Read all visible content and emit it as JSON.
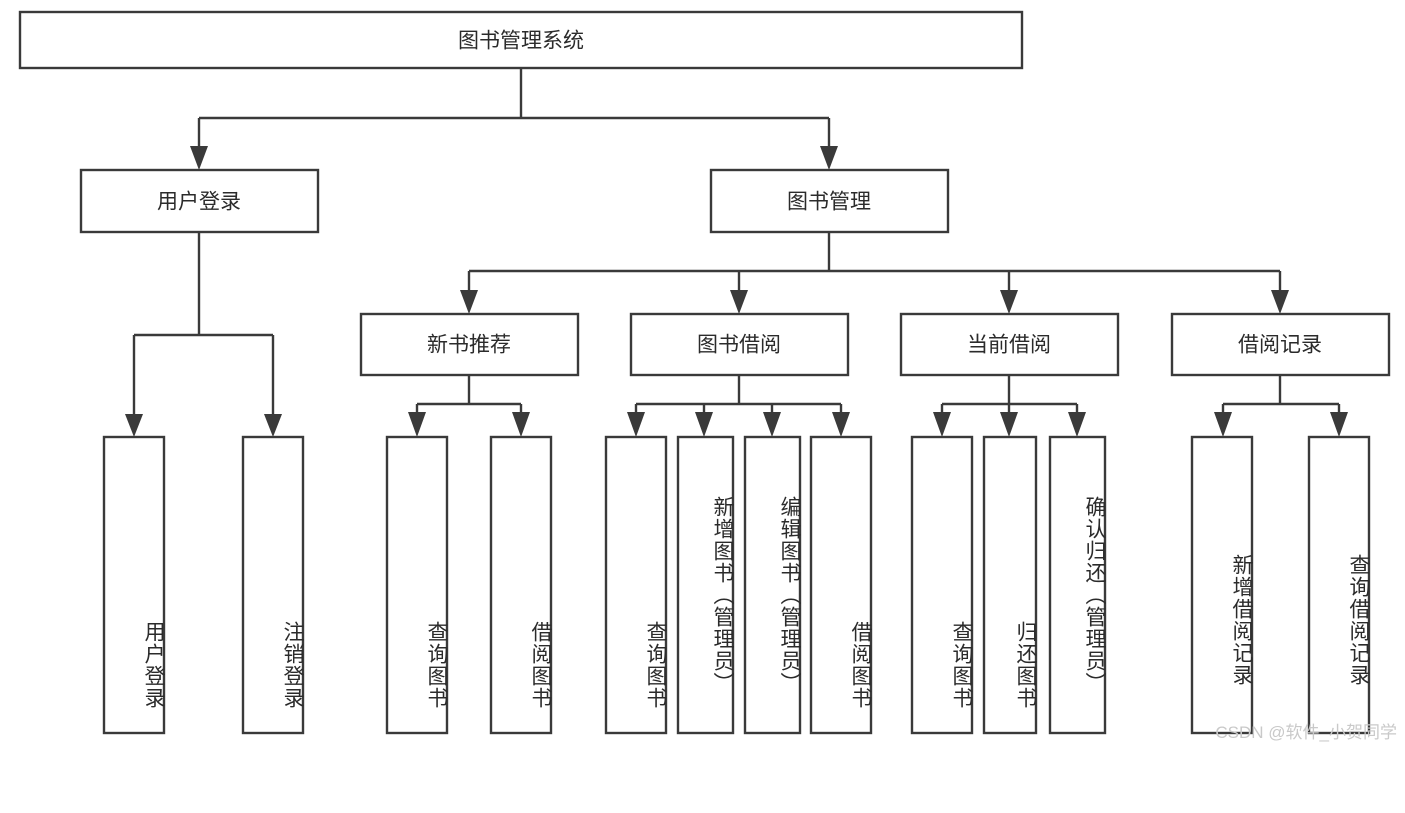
{
  "diagram": {
    "title": "图书管理系统",
    "type": "hierarchy-tree",
    "root": {
      "id": "root",
      "label": "图书管理系统",
      "level": 0
    },
    "level1": [
      {
        "id": "user-login",
        "label": "用户登录"
      },
      {
        "id": "book-management",
        "label": "图书管理"
      }
    ],
    "level2": [
      {
        "id": "new-book-recommend",
        "label": "新书推荐",
        "parent": "book-management"
      },
      {
        "id": "book-borrow",
        "label": "图书借阅",
        "parent": "book-management"
      },
      {
        "id": "current-borrow",
        "label": "当前借阅",
        "parent": "book-management"
      },
      {
        "id": "borrow-record",
        "label": "借阅记录",
        "parent": "book-management"
      }
    ],
    "leaves": {
      "user-login": [
        {
          "id": "leaf-user-login",
          "label": "用户登录"
        },
        {
          "id": "leaf-user-logout",
          "label": "注销登录"
        }
      ],
      "new-book-recommend": [
        {
          "id": "leaf-query-book-1",
          "label": "查询图书"
        },
        {
          "id": "leaf-borrow-book-1",
          "label": "借阅图书"
        }
      ],
      "book-borrow": [
        {
          "id": "leaf-query-book-2",
          "label": "查询图书"
        },
        {
          "id": "leaf-add-book",
          "label": "新增图书（管理员）"
        },
        {
          "id": "leaf-edit-book",
          "label": "编辑图书（管理员）"
        },
        {
          "id": "leaf-borrow-book-2",
          "label": "借阅图书"
        }
      ],
      "current-borrow": [
        {
          "id": "leaf-query-book-3",
          "label": "查询图书"
        },
        {
          "id": "leaf-return-book",
          "label": "归还图书"
        },
        {
          "id": "leaf-confirm-return",
          "label": "确认归还（管理员）"
        }
      ],
      "borrow-record": [
        {
          "id": "leaf-add-record",
          "label": "新增借阅记录"
        },
        {
          "id": "leaf-query-record",
          "label": "查询借阅记录"
        }
      ]
    }
  },
  "watermark": {
    "text": "CSDN @软件_小贺同学"
  },
  "colors": {
    "stroke": "#3a3a3a",
    "fill": "#ffffff",
    "text": "#2b2b2b",
    "watermark": "#c9c9c9"
  }
}
